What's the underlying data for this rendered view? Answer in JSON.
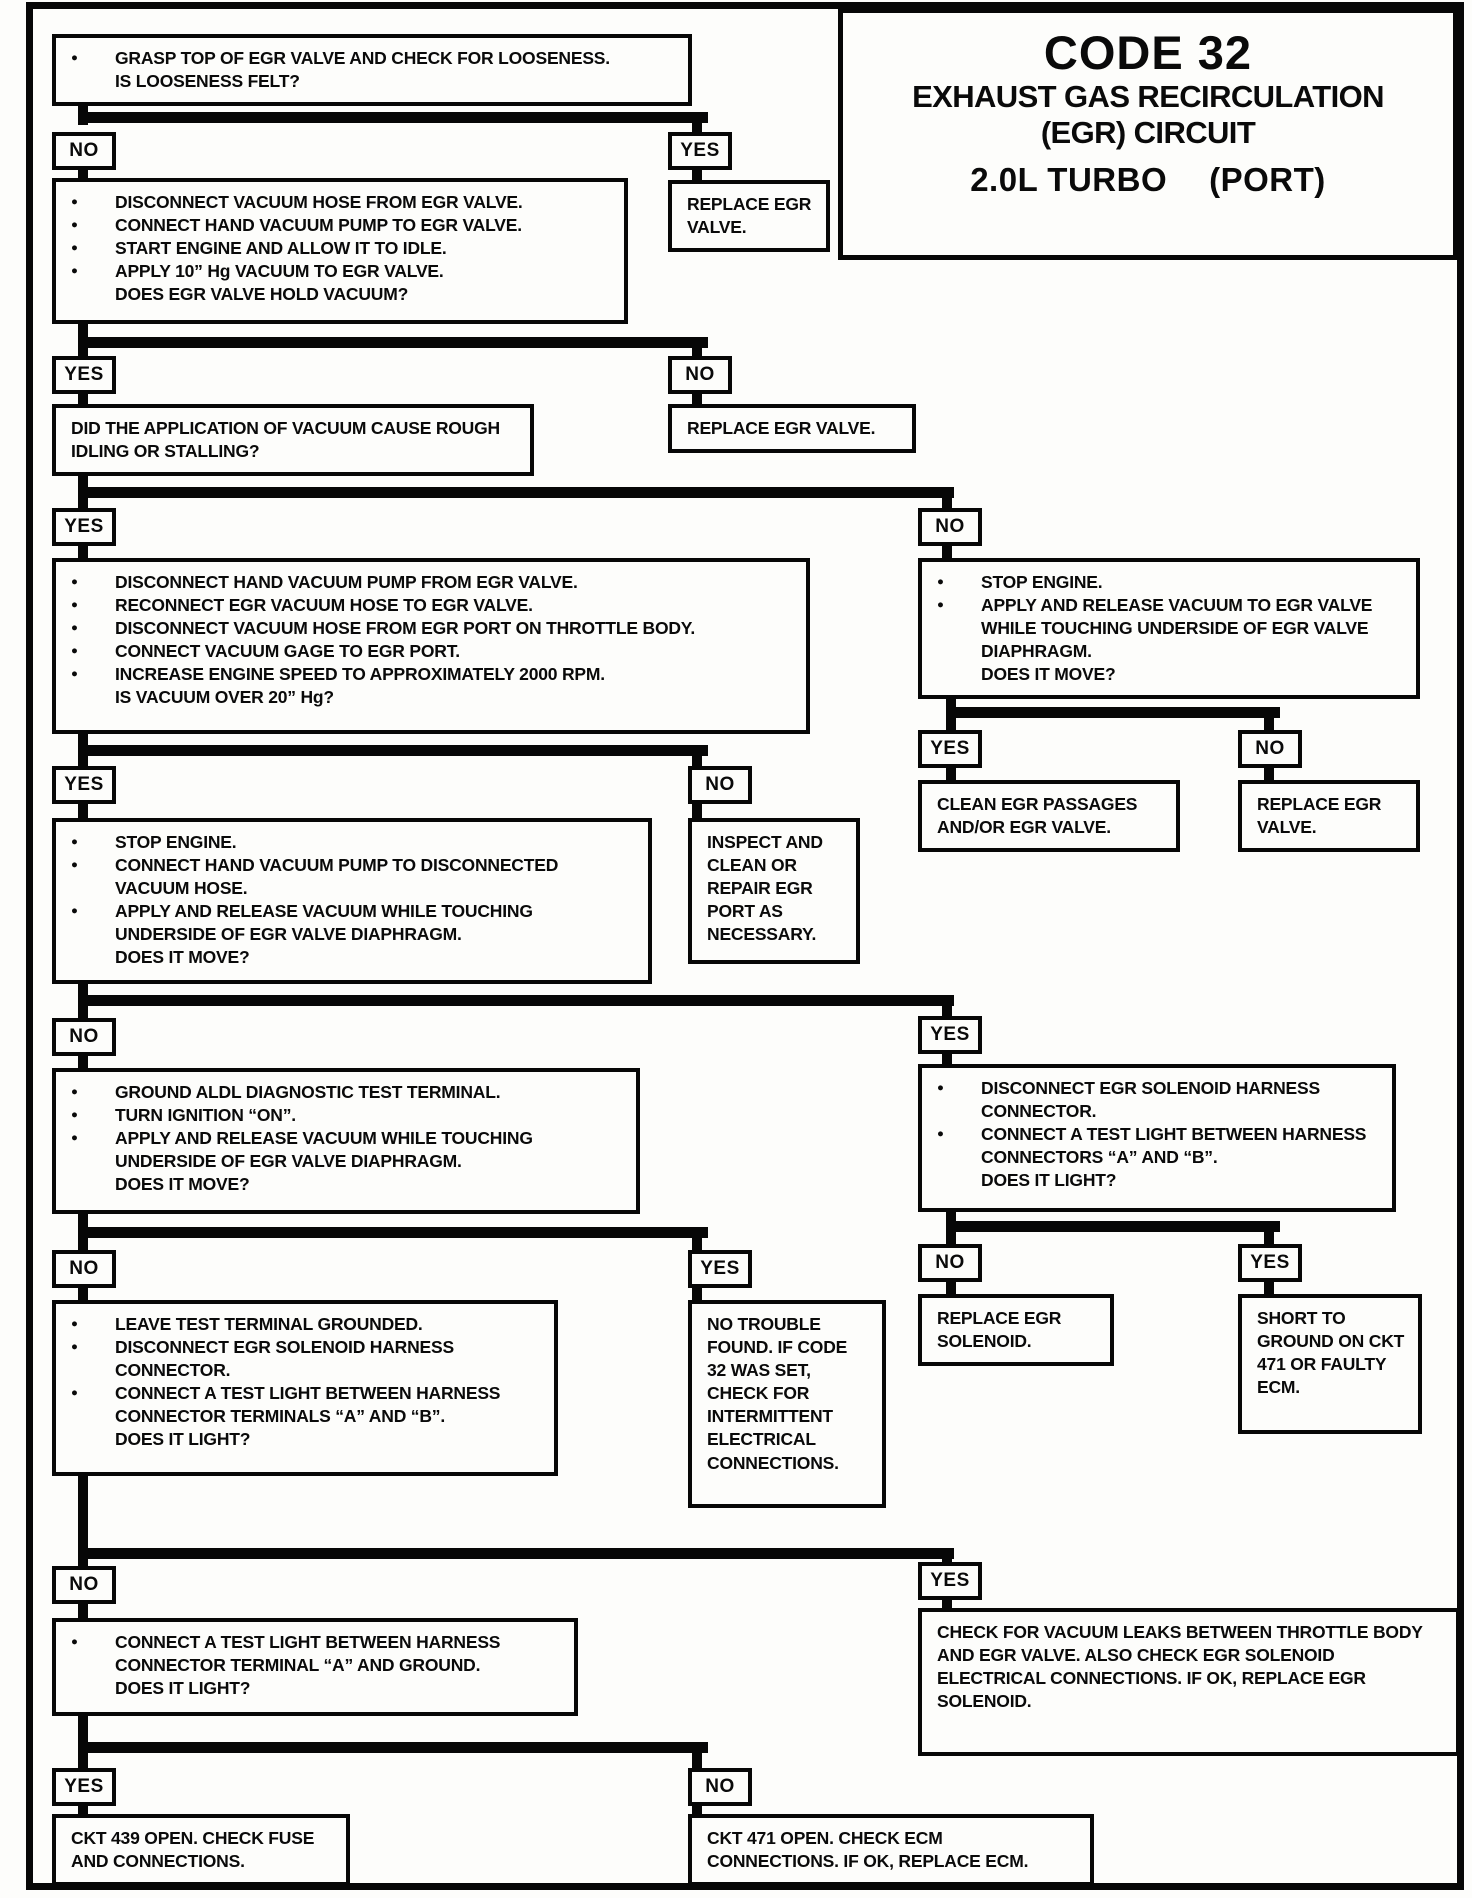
{
  "title": {
    "code": "CODE 32",
    "subtitle1": "EXHAUST GAS RECIRCULATION",
    "subtitle2": "(EGR) CIRCUIT",
    "engine": "2.0L TURBO",
    "port": "(PORT)"
  },
  "labels": {
    "yes": "YES",
    "no": "NO"
  },
  "bullet": "●",
  "colors": {
    "ink": "#070707",
    "paper": "#fdfdfb"
  },
  "nodes": {
    "grasp": {
      "lines": [
        {
          "b": 2,
          "t": "GRASP TOP OF EGR VALVE AND CHECK FOR LOOSENESS."
        },
        {
          "b": 1,
          "t": "IS LOOSENESS FELT?"
        }
      ]
    },
    "replace_valve_1": {
      "lines": [
        {
          "b": 0,
          "t": "REPLACE EGR VALVE."
        }
      ]
    },
    "pump_idle": {
      "lines": [
        {
          "b": 2,
          "t": "DISCONNECT VACUUM HOSE FROM EGR VALVE."
        },
        {
          "b": 2,
          "t": "CONNECT HAND VACUUM PUMP TO EGR VALVE."
        },
        {
          "b": 2,
          "t": "START ENGINE AND ALLOW IT TO IDLE."
        },
        {
          "b": 2,
          "t": "APPLY 10” Hg VACUUM TO EGR VALVE."
        },
        {
          "b": 1,
          "t": "DOES EGR VALVE HOLD VACUUM?"
        }
      ]
    },
    "replace_valve_2": {
      "lines": [
        {
          "b": 0,
          "t": "REPLACE EGR VALVE."
        }
      ]
    },
    "rough_idle": {
      "lines": [
        {
          "b": 0,
          "t": "DID THE APPLICATION OF VACUUM CAUSE ROUGH IDLING OR STALLING?"
        }
      ]
    },
    "vacuum_gage": {
      "lines": [
        {
          "b": 2,
          "t": "DISCONNECT HAND VACUUM PUMP FROM EGR VALVE."
        },
        {
          "b": 2,
          "t": "RECONNECT EGR VACUUM HOSE TO EGR VALVE."
        },
        {
          "b": 2,
          "t": "DISCONNECT VACUUM HOSE FROM EGR PORT ON THROTTLE BODY."
        },
        {
          "b": 2,
          "t": "CONNECT VACUUM GAGE TO EGR PORT."
        },
        {
          "b": 2,
          "t": "INCREASE ENGINE SPEED TO APPROXIMATELY 2000 RPM."
        },
        {
          "b": 1,
          "t": "IS VACUUM OVER 20” Hg?"
        }
      ]
    },
    "touch_diaphragm_right": {
      "lines": [
        {
          "b": 2,
          "t": "STOP ENGINE."
        },
        {
          "b": 2,
          "t": "APPLY AND RELEASE VACUUM TO EGR VALVE WHILE TOUCHING UNDERSIDE OF EGR VALVE DIAPHRAGM."
        },
        {
          "b": 1,
          "t": "DOES IT MOVE?"
        }
      ]
    },
    "hand_pump_hose": {
      "lines": [
        {
          "b": 2,
          "t": "STOP ENGINE."
        },
        {
          "b": 2,
          "t": "CONNECT HAND VACUUM PUMP TO DISCONNECTED VACUUM HOSE."
        },
        {
          "b": 2,
          "t": "APPLY AND RELEASE VACUUM WHILE TOUCHING UNDERSIDE OF EGR VALVE DIAPHRAGM."
        },
        {
          "b": 1,
          "t": "DOES IT MOVE?"
        }
      ]
    },
    "inspect_port": {
      "lines": [
        {
          "b": 0,
          "t": "INSPECT AND CLEAN OR REPAIR EGR PORT AS NECESSARY."
        }
      ]
    },
    "clean_passages": {
      "lines": [
        {
          "b": 0,
          "t": "CLEAN EGR PASSAGES AND/OR EGR VALVE."
        }
      ]
    },
    "replace_valve_3": {
      "lines": [
        {
          "b": 0,
          "t": "REPLACE EGR VALVE."
        }
      ]
    },
    "ground_aldl": {
      "lines": [
        {
          "b": 2,
          "t": "GROUND ALDL DIAGNOSTIC TEST TERMINAL."
        },
        {
          "b": 2,
          "t": "TURN IGNITION “ON”."
        },
        {
          "b": 2,
          "t": "APPLY AND RELEASE VACUUM WHILE TOUCHING UNDERSIDE OF EGR VALVE DIAPHRAGM."
        },
        {
          "b": 1,
          "t": "DOES IT MOVE?"
        }
      ]
    },
    "solenoid_test_light": {
      "lines": [
        {
          "b": 2,
          "t": "DISCONNECT EGR SOLENOID HARNESS CONNECTOR."
        },
        {
          "b": 2,
          "t": "CONNECT A TEST LIGHT BETWEEN HARNESS CONNECTORS “A” AND “B”."
        },
        {
          "b": 1,
          "t": "DOES IT LIGHT?"
        }
      ]
    },
    "leave_grounded": {
      "lines": [
        {
          "b": 2,
          "t": "LEAVE TEST TERMINAL GROUNDED."
        },
        {
          "b": 2,
          "t": "DISCONNECT EGR SOLENOID HARNESS CONNECTOR."
        },
        {
          "b": 2,
          "t": "CONNECT A TEST LIGHT BETWEEN HARNESS CONNECTOR TERMINALS “A” AND “B”."
        },
        {
          "b": 1,
          "t": "DOES IT LIGHT?"
        }
      ]
    },
    "no_trouble": {
      "lines": [
        {
          "b": 0,
          "t": "NO TROUBLE FOUND.  IF CODE 32 WAS SET, CHECK FOR INTERMITTENT ELECTRICAL CONNECTIONS."
        }
      ]
    },
    "replace_solenoid": {
      "lines": [
        {
          "b": 0,
          "t": "REPLACE EGR SOLENOID."
        }
      ]
    },
    "short_ckt471": {
      "lines": [
        {
          "b": 0,
          "t": "SHORT TO GROUND ON CKT 471 OR FAULTY ECM."
        }
      ]
    },
    "light_ground": {
      "lines": [
        {
          "b": 2,
          "t": "CONNECT A TEST LIGHT BETWEEN HARNESS CONNECTOR TERMINAL “A” AND GROUND."
        },
        {
          "b": 1,
          "t": "DOES IT LIGHT?"
        }
      ]
    },
    "vacuum_leaks": {
      "lines": [
        {
          "b": 0,
          "t": "CHECK FOR VACUUM LEAKS BETWEEN THROTTLE BODY AND EGR VALVE.  ALSO CHECK EGR SOLENOID ELECTRICAL CONNECTIONS.  IF OK, REPLACE EGR SOLENOID."
        }
      ]
    },
    "ckt439_open": {
      "lines": [
        {
          "b": 0,
          "t": "CKT 439 OPEN.  CHECK FUSE AND CONNECTIONS."
        }
      ]
    },
    "ckt471_open": {
      "lines": [
        {
          "b": 0,
          "t": "CKT 471 OPEN.  CHECK ECM CONNECTIONS.  IF OK, REPLACE ECM."
        }
      ]
    }
  }
}
